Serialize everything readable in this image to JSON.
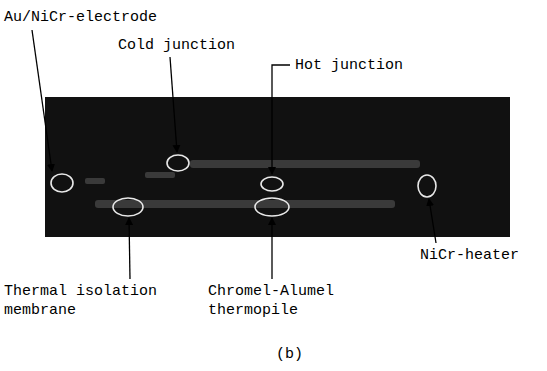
{
  "diagram": {
    "labels": [
      "Au/NiCr-electrode",
      "Cold junction",
      "Hot junction",
      "NiCr-heater",
      "Thermal isolation membrane",
      "Chromel-Alumel thermopile",
      "(b)"
    ]
  }
}
